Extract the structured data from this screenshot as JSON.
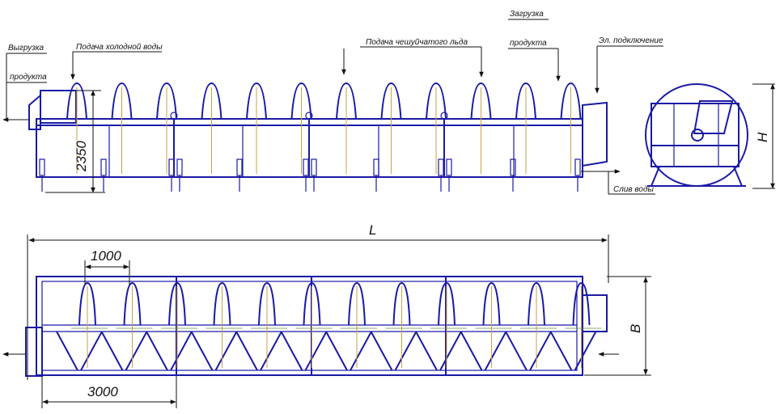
{
  "labels": {
    "unload_1": "Выгрузка",
    "unload_2": "продукта",
    "cold_water": "Подача холодной воды",
    "ice_supply": "Подача чешуйчатого льда",
    "load_1": "Загрузка",
    "load_2": "продукта",
    "electric": "Эл. подключение",
    "drain": "Слив воды"
  },
  "dimensions": {
    "height_side": "2350",
    "height_end": "H",
    "length": "L",
    "pitch": "1000",
    "section": "3000",
    "width": "B"
  },
  "colors": {
    "frame": "#1a1aa6",
    "dimension_lines": "#111111",
    "auger_axis": "#c9a24a"
  }
}
